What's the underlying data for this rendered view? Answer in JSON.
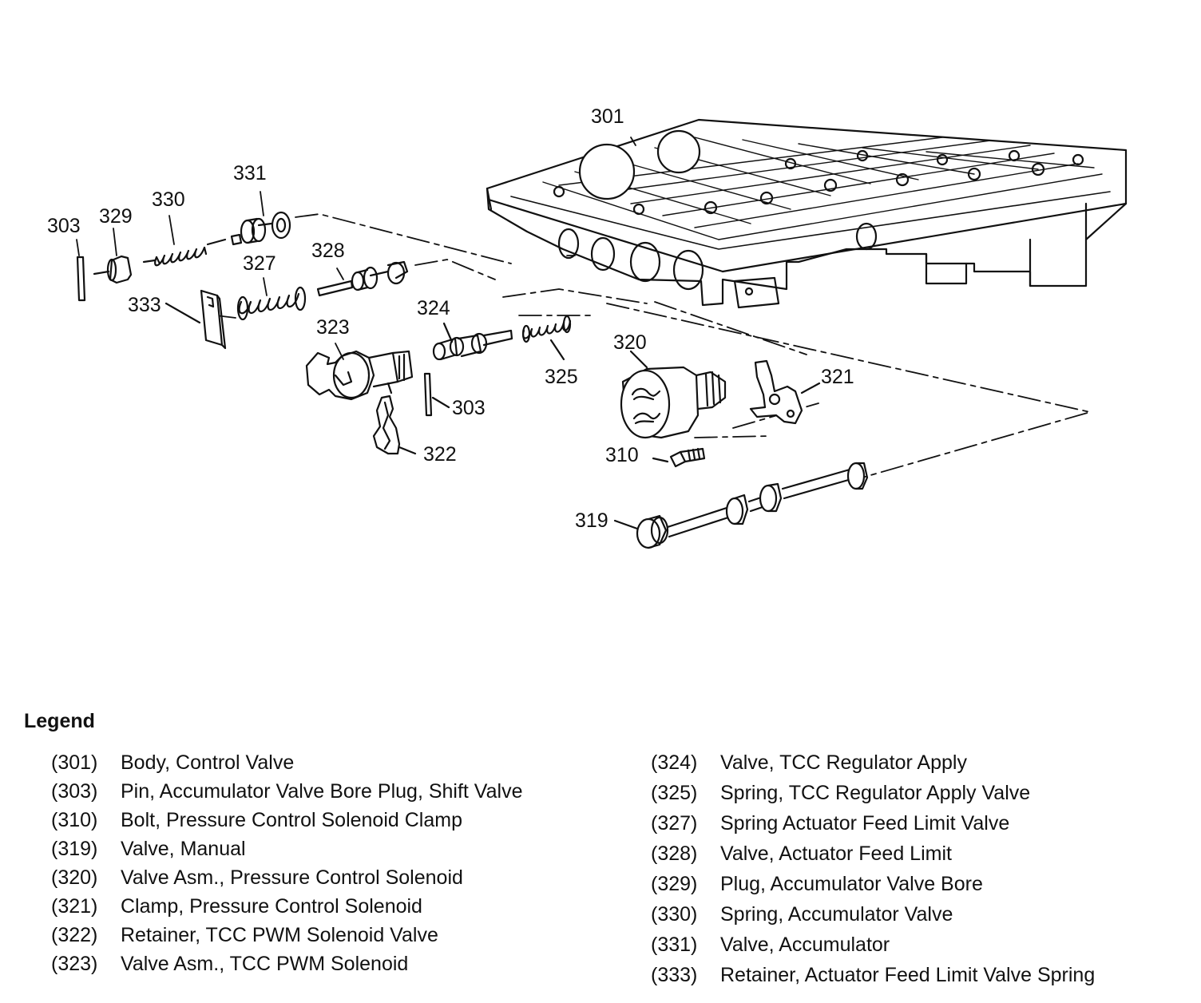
{
  "callouts": {
    "c301": "301",
    "c303a": "303",
    "c303b": "303",
    "c310": "310",
    "c319": "319",
    "c320": "320",
    "c321": "321",
    "c322": "322",
    "c323": "323",
    "c324": "324",
    "c325": "325",
    "c327": "327",
    "c328": "328",
    "c329": "329",
    "c330": "330",
    "c331": "331",
    "c333": "333"
  },
  "legend": {
    "title": "Legend",
    "left": [
      {
        "num": "(301)",
        "desc": "Body, Control Valve"
      },
      {
        "num": "(303)",
        "desc": "Pin, Accumulator Valve Bore Plug, Shift Valve"
      },
      {
        "num": "(310)",
        "desc": "Bolt, Pressure Control Solenoid Clamp"
      },
      {
        "num": "(319)",
        "desc": "Valve, Manual"
      },
      {
        "num": "(320)",
        "desc": "Valve Asm., Pressure Control Solenoid"
      },
      {
        "num": "(321)",
        "desc": "Clamp, Pressure Control Solenoid"
      },
      {
        "num": "(322)",
        "desc": "Retainer, TCC PWM Solenoid Valve"
      },
      {
        "num": "(323)",
        "desc": "Valve Asm., TCC PWM Solenoid"
      }
    ],
    "right": [
      {
        "num": "(324)",
        "desc": "Valve, TCC Regulator Apply"
      },
      {
        "num": "(325)",
        "desc": "Spring, TCC Regulator Apply Valve"
      },
      {
        "num": "(327)",
        "desc": "Spring Actuator Feed Limit Valve"
      },
      {
        "num": "(328)",
        "desc": "Valve, Actuator Feed Limit"
      },
      {
        "num": "(329)",
        "desc": "Plug, Accumulator Valve Bore"
      },
      {
        "num": "(330)",
        "desc": "Spring, Accumulator Valve"
      },
      {
        "num": "(331)",
        "desc": "Valve, Accumulator"
      },
      {
        "num": "(333)",
        "desc": "Retainer, Actuator Feed Limit Valve Spring"
      }
    ]
  }
}
